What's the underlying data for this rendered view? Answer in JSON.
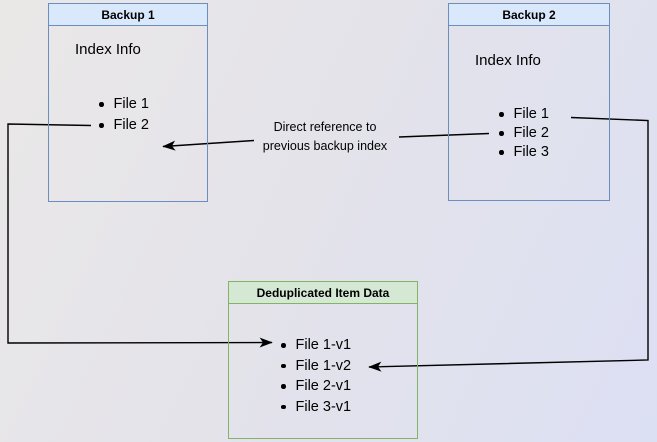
{
  "diagram": {
    "nodes": {
      "backup1": {
        "title": "Backup 1",
        "section_label": "Index Info",
        "files": [
          "File 1",
          "File 2"
        ]
      },
      "backup2": {
        "title": "Backup 2",
        "section_label": "Index Info",
        "files": [
          "File 1",
          "File 2",
          "File 3"
        ]
      },
      "dedup": {
        "title": "Deduplicated Item Data",
        "files": [
          "File 1-v1",
          "File 1-v2",
          "File 2-v1",
          "File 3-v1"
        ]
      }
    },
    "edge_label": {
      "line1": "Direct reference to",
      "line2": "previous backup index"
    },
    "colors": {
      "node_blue_fill": "#dae8fc",
      "node_blue_border": "#6c8ebf",
      "node_green_fill": "#d5e8d4",
      "node_green_border": "#82b366",
      "connector": "#000000"
    }
  }
}
